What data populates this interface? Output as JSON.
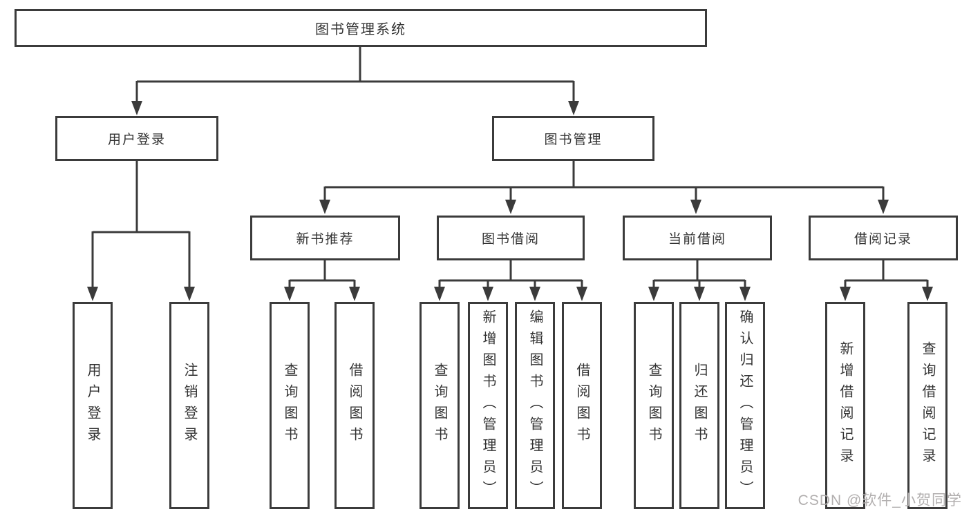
{
  "watermark": "CSDN @软件_小贺同学",
  "colors": {
    "line": "#3b3b3b",
    "text": "#333333",
    "watermark": "#b2afaf"
  },
  "tree": {
    "label": "图书管理系统",
    "children": [
      {
        "label": "用户登录",
        "children": [
          {
            "label": "用户登录"
          },
          {
            "label": "注销登录"
          }
        ]
      },
      {
        "label": "图书管理",
        "children": [
          {
            "label": "新书推荐",
            "children": [
              {
                "label": "查询图书"
              },
              {
                "label": "借阅图书"
              }
            ]
          },
          {
            "label": "图书借阅",
            "children": [
              {
                "label": "查询图书"
              },
              {
                "label": "新增图书（管理员）"
              },
              {
                "label": "编辑图书（管理员）"
              },
              {
                "label": "借阅图书"
              }
            ]
          },
          {
            "label": "当前借阅",
            "children": [
              {
                "label": "查询图书"
              },
              {
                "label": "归还图书"
              },
              {
                "label": "确认归还（管理员）"
              }
            ]
          },
          {
            "label": "借阅记录",
            "children": [
              {
                "label": "新增借阅记录"
              },
              {
                "label": "查询借阅记录"
              }
            ]
          }
        ]
      }
    ]
  }
}
